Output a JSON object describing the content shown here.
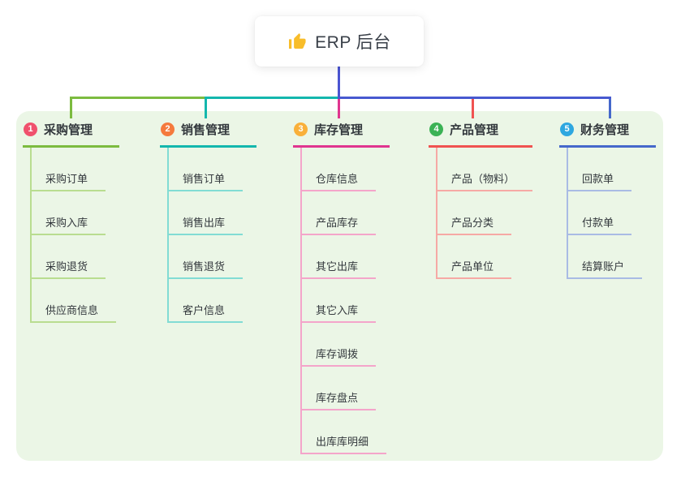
{
  "root": {
    "title": "ERP 后台",
    "icon": "thumbs-up",
    "icon_color": "#f8bd2a"
  },
  "connector": {
    "root_line_color": "#4b55d2",
    "right_bus_color": "#4759d0"
  },
  "panel_bg": "#ebf6e6",
  "branches": [
    {
      "num": "1",
      "label": "采购管理",
      "badge_color": "#f0516d",
      "line_color": "#7cbb3f",
      "child_line_color": "#b9dd90",
      "children": [
        "采购订单",
        "采购入库",
        "采购退货",
        "供应商信息"
      ]
    },
    {
      "num": "2",
      "label": "销售管理",
      "badge_color": "#f57a3d",
      "line_color": "#13b7ad",
      "child_line_color": "#82dcd4",
      "children": [
        "销售订单",
        "销售出库",
        "销售退货",
        "客户信息"
      ]
    },
    {
      "num": "3",
      "label": "库存管理",
      "badge_color": "#f9b03a",
      "line_color": "#e0358f",
      "child_line_color": "#f4a5ca",
      "children": [
        "仓库信息",
        "产品库存",
        "其它出库",
        "其它入库",
        "库存调拨",
        "库存盘点",
        "出库库明细"
      ]
    },
    {
      "num": "4",
      "label": "产品管理",
      "badge_color": "#3bb255",
      "line_color": "#f05351",
      "child_line_color": "#f6a9a5",
      "children": [
        "产品（物料）",
        "产品分类",
        "产品单位"
      ]
    },
    {
      "num": "5",
      "label": "财务管理",
      "badge_color": "#2ea7e0",
      "line_color": "#4568cb",
      "child_line_color": "#a9bbe4",
      "children": [
        "回款单",
        "付款单",
        "结算账户"
      ]
    }
  ]
}
